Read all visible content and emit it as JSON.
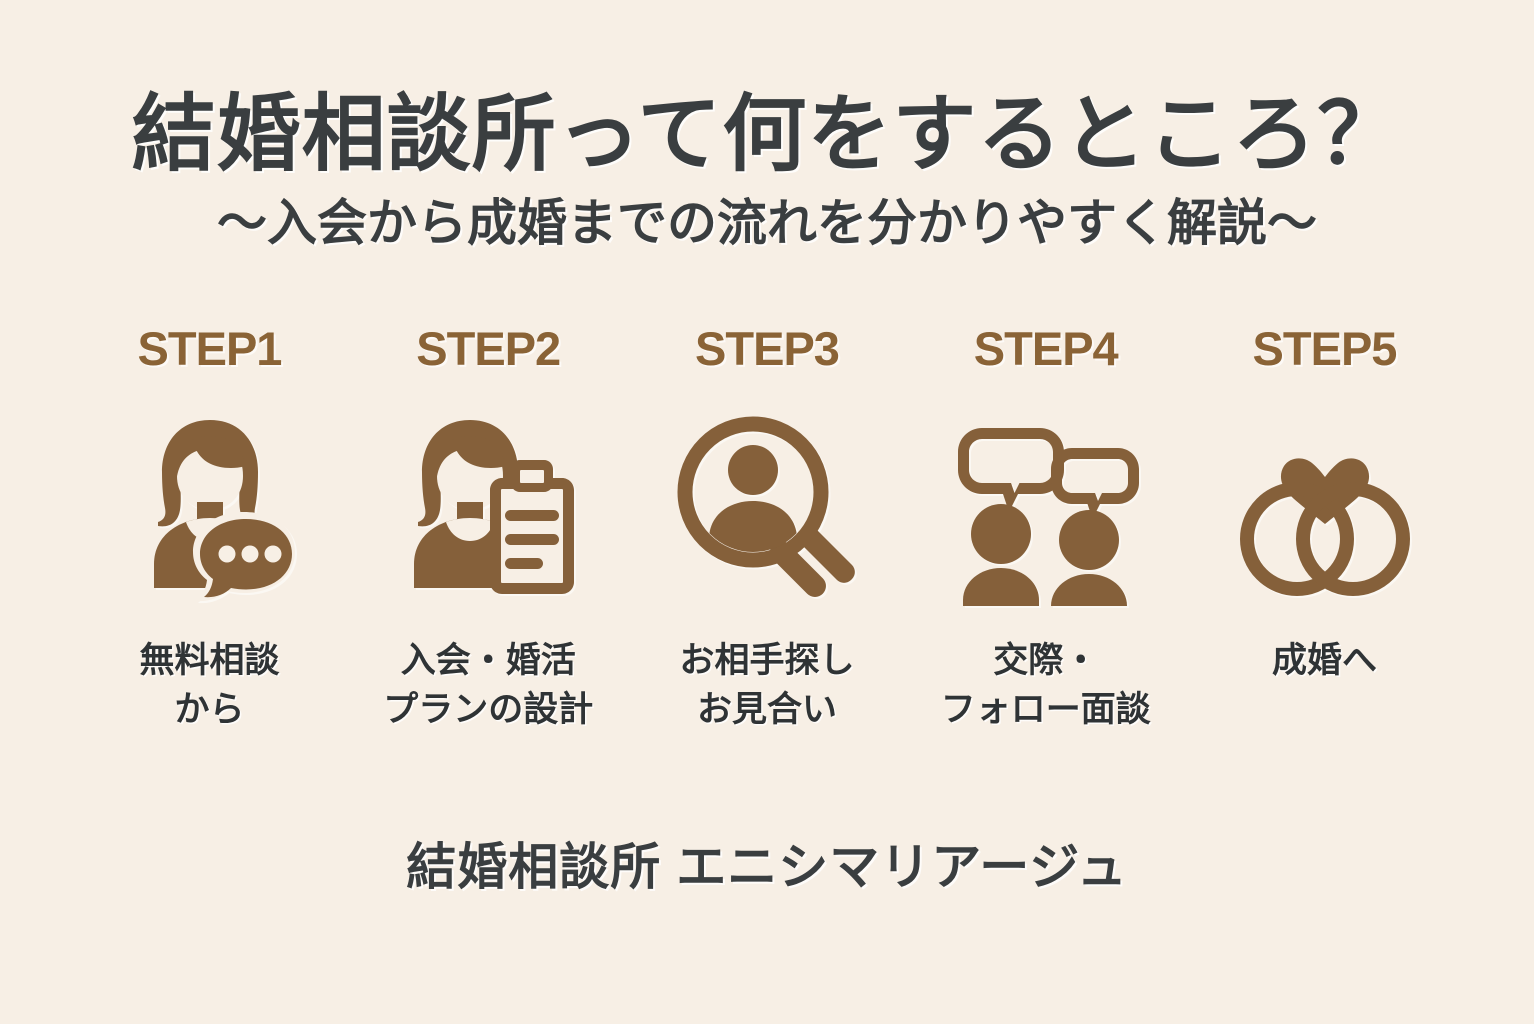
{
  "colors": {
    "background": "#f7efe5",
    "brown": "#85603a",
    "dark_text": "#3a3e40",
    "step_label": "#8a6336"
  },
  "header": {
    "title": "結婚相談所って何をするところ？",
    "subtitle": "〜入会から成婚までの流れを分かりやすく解説〜"
  },
  "steps": [
    {
      "label": "STEP1",
      "icon": "woman-with-speech-bubble-icon",
      "caption_line1": "無料相談",
      "caption_line2": "から"
    },
    {
      "label": "STEP2",
      "icon": "woman-with-clipboard-icon",
      "caption_line1": "入会・婚活",
      "caption_line2": "プランの設計"
    },
    {
      "label": "STEP3",
      "icon": "magnifier-person-search-icon",
      "caption_line1": "お相手探し",
      "caption_line2": "お見合い"
    },
    {
      "label": "STEP4",
      "icon": "two-people-talking-icon",
      "caption_line1": "交際・",
      "caption_line2": "フォロー面談"
    },
    {
      "label": "STEP5",
      "icon": "wedding-rings-heart-icon",
      "caption_line1": "成婚へ",
      "caption_line2": ""
    }
  ],
  "footer": {
    "company": "結婚相談所 エニシマリアージュ"
  }
}
